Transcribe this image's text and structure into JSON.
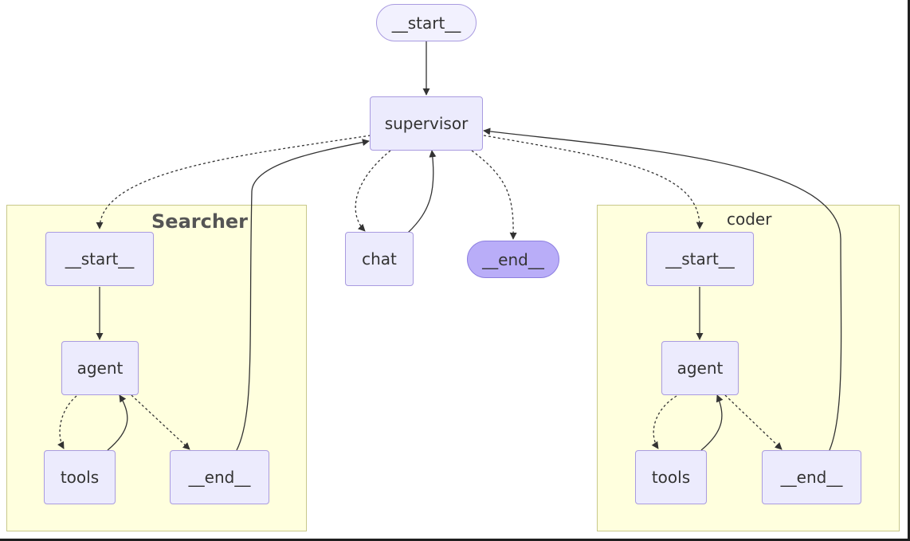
{
  "colors": {
    "node_fill": "#ecebfd",
    "node_border": "#a99be0",
    "end_node_fill": "#b9adf8",
    "cluster_fill": "#ffffde",
    "cluster_border": "#c8c88a",
    "edge": "#333333"
  },
  "nodes": {
    "start_main": "__start__",
    "supervisor": "supervisor",
    "chat": "chat",
    "end_main": "__end__"
  },
  "clusters": {
    "searcher": {
      "title": "Searcher",
      "start": "__start__",
      "agent": "agent",
      "tools": "tools",
      "end": "__end__"
    },
    "coder": {
      "title": "coder",
      "start": "__start__",
      "agent": "agent",
      "tools": "tools",
      "end": "__end__"
    }
  }
}
